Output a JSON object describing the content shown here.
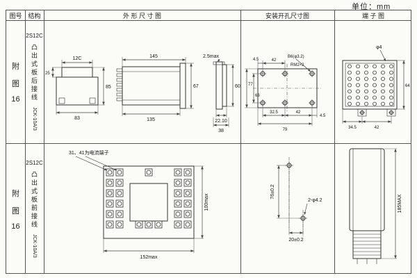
{
  "unit_label": "单位：mm",
  "headers": {
    "fig_no": "图号",
    "structure": "结构",
    "outline": "外 形 尺 寸 图",
    "mounting": "安装开孔尺寸图",
    "terminal": "端 子 图"
  },
  "rows": [
    {
      "fig": [
        "附",
        "图",
        "16"
      ],
      "model": "2S12C",
      "mount_style": "凸出式板后接线",
      "type_code": "JCK-10A/3",
      "outline": {
        "front_top": "12C",
        "front_left": "25",
        "front_bottom": "83",
        "front_right": "85",
        "side_top": "145",
        "side_bottom": "135",
        "side_right": "67",
        "profile_top": "2.5max",
        "profile_right": "60",
        "profile_bottom_inner": "22.10",
        "profile_bottom_outer": "38"
      },
      "mounting": {
        "top_edge": "4.5",
        "top_span": "42",
        "holes_note": "B6(φ3.2)",
        "thread_note": "RM2×2",
        "left_outer": "77",
        "left_inner": "63",
        "bottom_1": "32.5",
        "bottom_2": "42",
        "bottom_total": "79",
        "right_edge": "4.5"
      },
      "terminal": {
        "hole_note": "φ4",
        "right": "64",
        "bottom_1": "34.5",
        "bottom_2": "42"
      }
    },
    {
      "fig": [
        "附",
        "图",
        "16"
      ],
      "model": "2S12C",
      "mount_style": "凸出式板前接线",
      "type_code": "JCK-10A/3",
      "outline": {
        "note": "31、41为电流端子",
        "width": "152max",
        "height": "100max"
      },
      "mounting": {
        "vertical_span": "76±0.2",
        "holes_note": "2-φ4.2",
        "horizontal_span": "20±0.2"
      },
      "terminal": {
        "height": "185MAX"
      }
    }
  ]
}
